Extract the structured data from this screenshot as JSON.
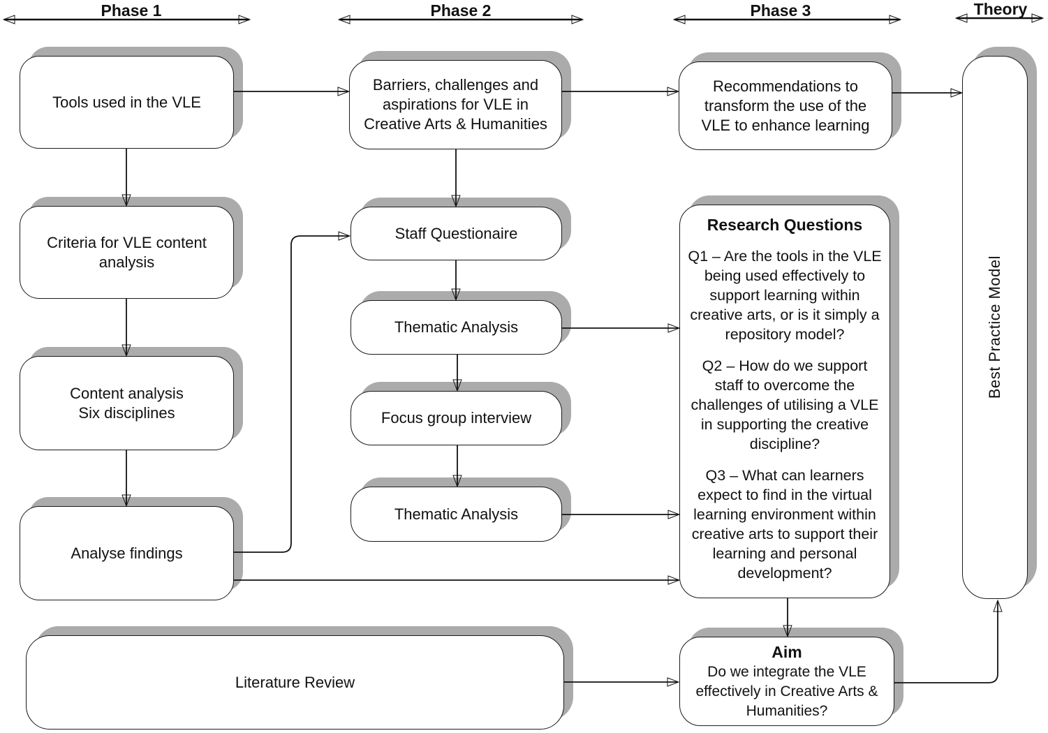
{
  "headers": [
    {
      "label": "Phase 1"
    },
    {
      "label": "Phase 2"
    },
    {
      "label": "Phase 3"
    },
    {
      "label": "Theory"
    }
  ],
  "nodes": {
    "tools": "Tools used in the VLE",
    "criteria": "Criteria for VLE content analysis",
    "content_analysis": "Content analysis\nSix disciplines",
    "analyse_findings": "Analyse findings",
    "barriers": "Barriers, challenges and aspirations for VLE in Creative Arts & Humanities",
    "staff_questionaire": "Staff Questionaire",
    "thematic_analysis_1": "Thematic Analysis",
    "focus_group": "Focus group interview",
    "thematic_analysis_2": "Thematic Analysis",
    "recommendations": "Recommendations to transform the use of the VLE to enhance learning",
    "research_questions": {
      "title": "Research Questions",
      "q1": "Q1 – Are the tools in the VLE being used effectively to support learning within creative arts, or is it simply a repository model?",
      "q2": "Q2 – How do we support staff to overcome the challenges of utilising a VLE in supporting the creative discipline?",
      "q3": "Q3 – What can learners expect to find in the virtual learning environment within creative arts to support their learning and personal development?"
    },
    "aim": {
      "title": "Aim",
      "body": "Do we integrate the VLE effectively in Creative Arts & Humanities?"
    },
    "best_practice_model": "Best Practice Model",
    "literature_review": "Literature Review"
  },
  "colors": {
    "shadow": "#ababab",
    "line": "#111111",
    "box_border": "#1a1a1a",
    "box_fill": "#ffffff",
    "text": "#111111"
  }
}
